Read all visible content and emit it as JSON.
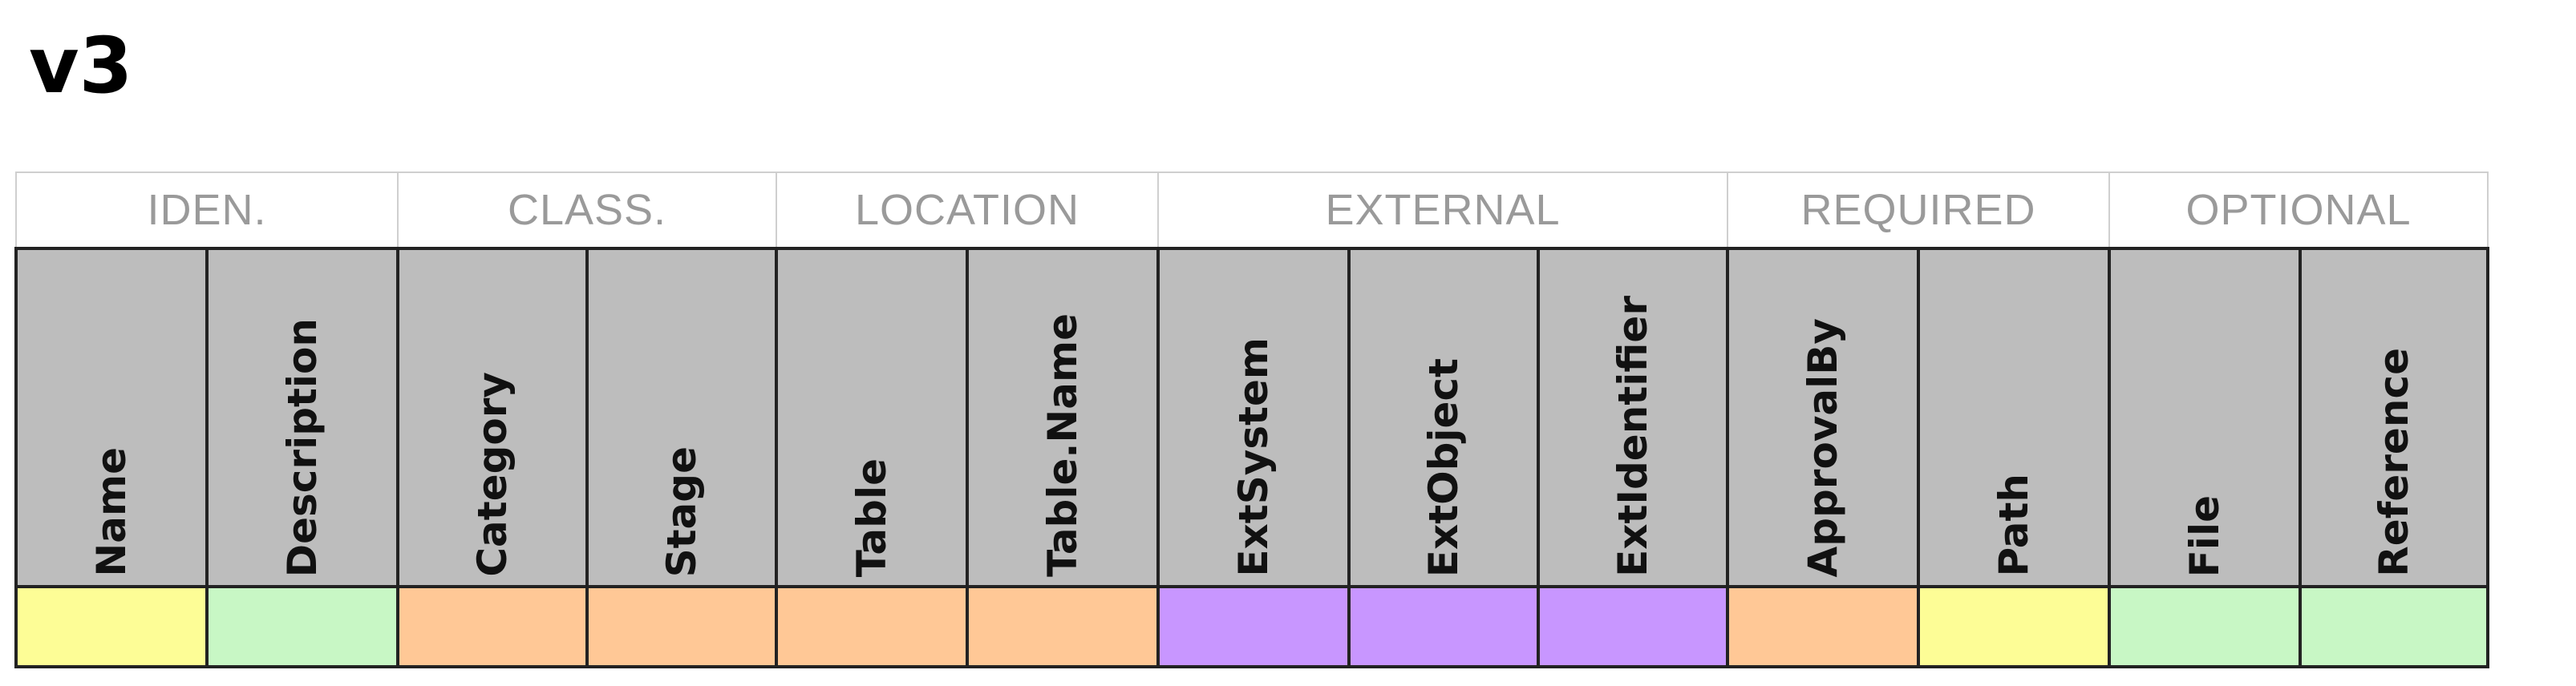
{
  "title": "v3",
  "groups": [
    {
      "label": "IDEN.",
      "span": 2
    },
    {
      "label": "CLASS.",
      "span": 2
    },
    {
      "label": "LOCATION",
      "span": 2
    },
    {
      "label": "EXTERNAL",
      "span": 3
    },
    {
      "label": "REQUIRED",
      "span": 2
    },
    {
      "label": "OPTIONAL",
      "span": 2
    }
  ],
  "columns": [
    {
      "label": "Name",
      "color": "#fdfd96"
    },
    {
      "label": "Description",
      "color": "#c8f7c5"
    },
    {
      "label": "Category",
      "color": "#ffc896"
    },
    {
      "label": "Stage",
      "color": "#ffc896"
    },
    {
      "label": "Table",
      "color": "#ffc896"
    },
    {
      "label": "Table.Name",
      "color": "#ffc896"
    },
    {
      "label": "ExtSystem",
      "color": "#c896ff"
    },
    {
      "label": "ExtObject",
      "color": "#c896ff"
    },
    {
      "label": "ExtIdentifier",
      "color": "#c896ff"
    },
    {
      "label": "ApprovalBy",
      "color": "#ffc896"
    },
    {
      "label": "Path",
      "color": "#fdfd96"
    },
    {
      "label": "File",
      "color": "#c8f7c5"
    },
    {
      "label": "Reference",
      "color": "#c8f7c5"
    }
  ]
}
